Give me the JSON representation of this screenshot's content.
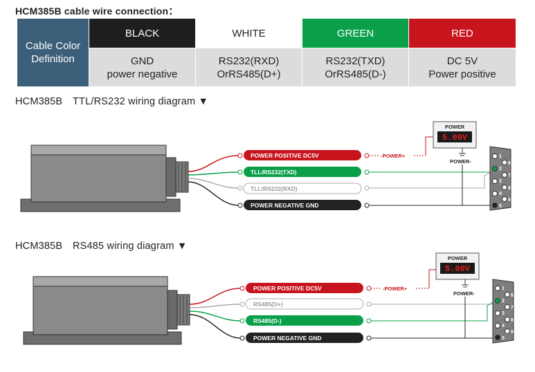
{
  "title": "HCM385B cable wire connection：",
  "color_table": {
    "header_label": "Cable Color Definition",
    "columns": [
      {
        "color_name": "BLACK",
        "meaning_line1": "GND",
        "meaning_line2": "power negative",
        "color_hex": "#1e1e1e"
      },
      {
        "color_name": "WHITE",
        "meaning_line1": "RS232(RXD)",
        "meaning_line2": "OrRS485(D+)",
        "color_hex": "#ffffff"
      },
      {
        "color_name": "GREEN",
        "meaning_line1": "RS232(TXD)",
        "meaning_line2": "OrRS485(D-)",
        "color_hex": "#0aa04a"
      },
      {
        "color_name": "RED",
        "meaning_line1": "DC 5V",
        "meaning_line2": "Power positive",
        "color_hex": "#c8141d"
      }
    ]
  },
  "diagrams": [
    {
      "heading": "HCM385B　TTL/RS232 wiring diagram ▼",
      "power_box_label": "POWER",
      "power_display": "5.00V",
      "power_plus_label": "-POWER+",
      "power_minus_label": "POWER-",
      "wires": [
        {
          "label": "POWER POSITIVE DC5V",
          "color": "red"
        },
        {
          "label": "TLL/RS232(TXD)",
          "color": "green"
        },
        {
          "label": "TLL/RS232(RXD)",
          "color": "white"
        },
        {
          "label": "POWER NEGATIVE GND",
          "color": "black"
        }
      ],
      "connector_pins_left": [
        "1",
        "2",
        "3",
        "4",
        "5"
      ],
      "connector_pins_right": [
        "6",
        "7",
        "8",
        "9"
      ]
    },
    {
      "heading": "HCM385B　RS485 wiring diagram ▼",
      "power_box_label": "POWER",
      "power_display": "5.00V",
      "power_plus_label": "-POWER+",
      "power_minus_label": "POWER-",
      "wires": [
        {
          "label": "POWER POSITIVE DC5V",
          "color": "red"
        },
        {
          "label": "RS485(D+)",
          "color": "white"
        },
        {
          "label": "RS485(D-)",
          "color": "green"
        },
        {
          "label": "POWER NEGATIVE GND",
          "color": "black"
        }
      ],
      "connector_pins_left": [
        "1",
        "2",
        "3",
        "4",
        "5"
      ],
      "connector_pins_right": [
        "6",
        "7",
        "8",
        "9"
      ]
    }
  ],
  "colors": {
    "red": "#c8141d",
    "green": "#0aa04a",
    "black": "#222222",
    "white": "#ffffff",
    "header_blue": "#3b5f79"
  }
}
